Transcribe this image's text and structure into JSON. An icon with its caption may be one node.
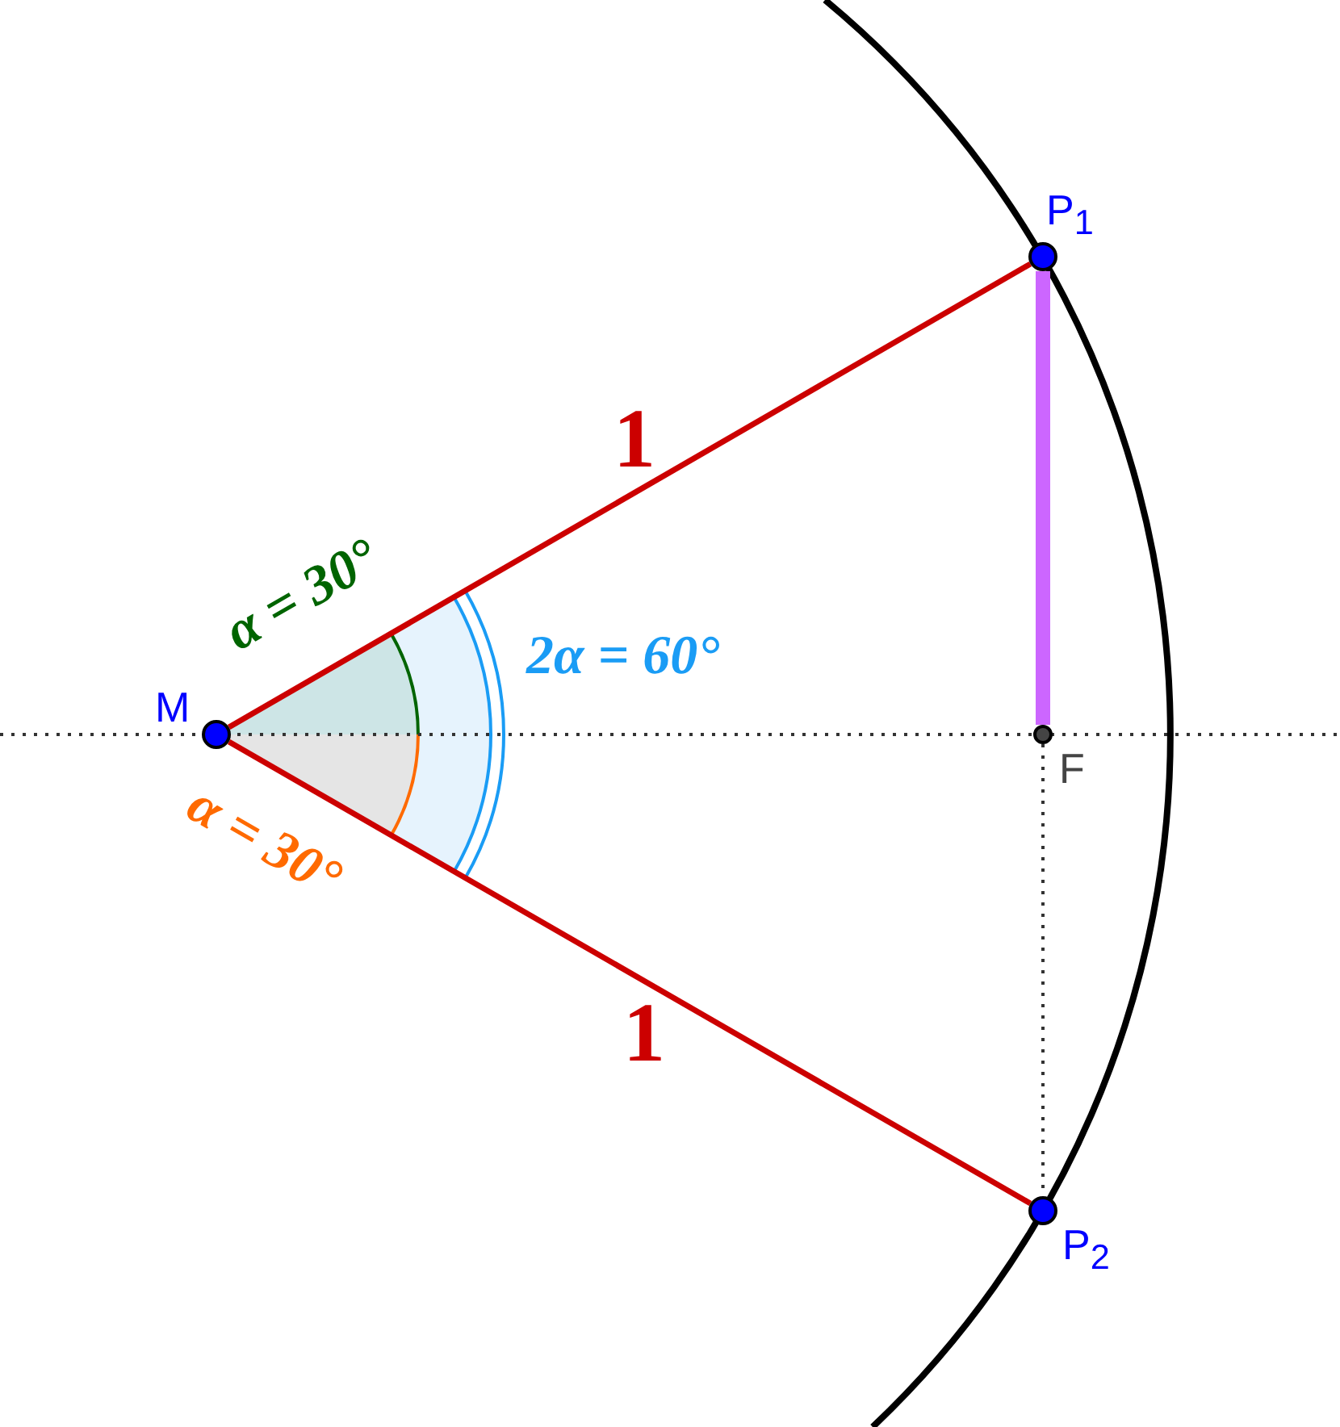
{
  "diagram": {
    "nodes": [
      {
        "text": [],
        "shape": "circle",
        "beside": [
          "M"
        ]
      },
      {
        "text": [],
        "shape": "circle",
        "beside": [
          "P$_{1}$"
        ]
      },
      {
        "text": [],
        "shape": "circle",
        "beside": [
          "F"
        ]
      },
      {
        "text": [],
        "shape": "circle",
        "beside": [
          "P$_{2}$"
        ]
      }
    ],
    "edges": [
      {
        "from": 0,
        "to": 1,
        "arrow": "none",
        "label": "1",
        "color": "#cc0000"
      },
      {
        "from": 0,
        "to": 3,
        "arrow": "none",
        "label": "1",
        "color": "#cc0000"
      },
      {
        "from": 1,
        "to": 2,
        "arrow": "none",
        "style": "thick",
        "color": "#cc66ff"
      },
      {
        "from": 2,
        "to": 3,
        "arrow": "none",
        "style": "dashed",
        "color": "#333333"
      }
    ],
    "labels": [
      "α = 30°",
      "2α = 60°",
      "α = 30°"
    ]
  }
}
